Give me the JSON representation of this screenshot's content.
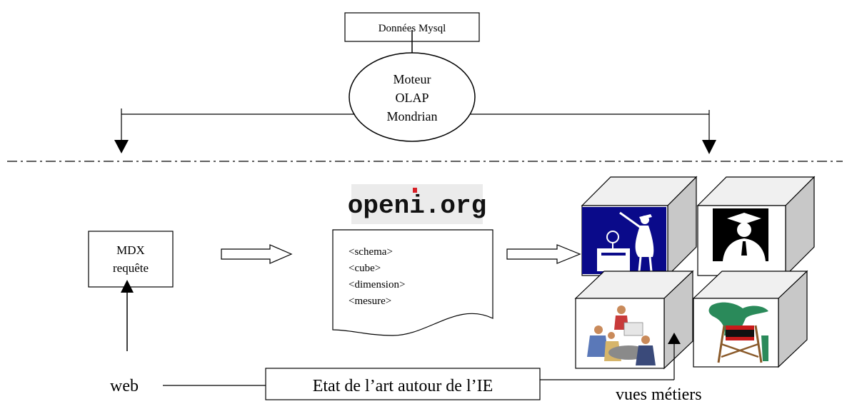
{
  "source_box": {
    "label": "Données Mysql"
  },
  "engine": {
    "lines": [
      "Moteur",
      "OLAP",
      "Mondrian"
    ]
  },
  "query_box": {
    "lines": [
      "MDX",
      "requête"
    ]
  },
  "logo": {
    "text": "openi.org"
  },
  "document": {
    "lines": [
      "<schema>",
      "<cube>",
      "<dimension>",
      "<mesure>"
    ]
  },
  "web_label": "web",
  "state_box": {
    "label": "Etat de l’art autour de l’IE"
  },
  "views_label": "vues métiers",
  "colors": {
    "cube_front": "#ffffff",
    "cube_side": "#c8c8c8",
    "cube_top": "#f0f0f0",
    "teacher_bg": "#0a0a8a",
    "grad_bg": "#000000",
    "logo_accent": "#d81f26"
  }
}
